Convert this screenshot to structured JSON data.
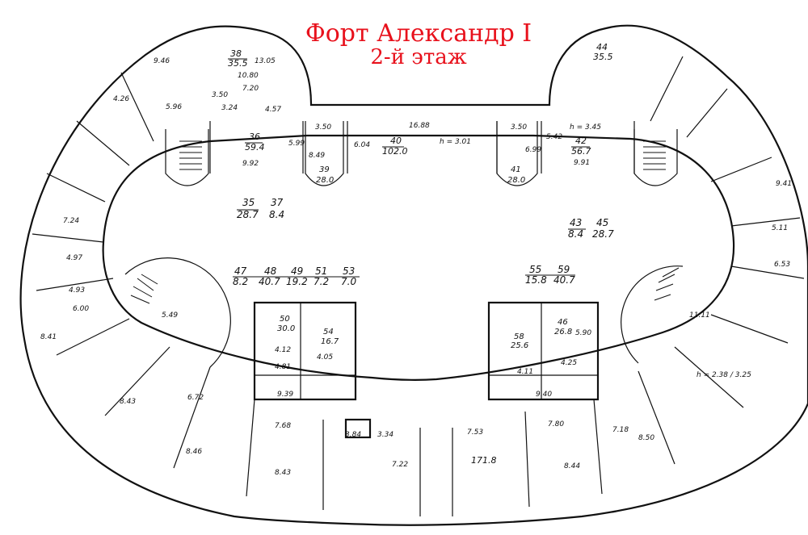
{
  "title": {
    "line1": "Форт Александр I",
    "line2": "2-й этаж",
    "color": "#e8111c"
  },
  "plan": {
    "line_color": "#111111",
    "room_numbers": [
      "38",
      "36",
      "39",
      "40",
      "42",
      "41",
      "44",
      "35",
      "37",
      "43",
      "45",
      "47",
      "48",
      "49",
      "51",
      "53",
      "55",
      "59",
      "50",
      "54",
      "58",
      "46"
    ],
    "areas": [
      "35.5",
      "59.4",
      "28.0",
      "102.0",
      "56.7",
      "28.0",
      "35.5",
      "28.7",
      "8.4",
      "8.4",
      "28.7",
      "8.2",
      "40.7",
      "19.2",
      "7.2",
      "7.0",
      "15.8",
      "40.7",
      "30.0",
      "16.7",
      "25.6",
      "26.8",
      "171.8"
    ],
    "dimensions": [
      "9.46",
      "4.26",
      "5.96",
      "13.05",
      "10.80",
      "7.20",
      "4.57",
      "3.50",
      "3.24",
      "9.92",
      "5.99",
      "3.50",
      "8.49",
      "6.04",
      "16.88",
      "3.50",
      "5.42",
      "6.99",
      "9.91",
      "9.41",
      "7.24",
      "5.11",
      "4.97",
      "6.53",
      "4.93",
      "6.00",
      "8.41",
      "8.43",
      "6.72",
      "7.68",
      "8.43",
      "7.22",
      "7.53",
      "7.80",
      "8.44",
      "8.50",
      "7.18",
      "4.12",
      "4.81",
      "4.05",
      "4.25",
      "4.11",
      "3.84",
      "3.34",
      "9.39",
      "9.40",
      "5.90",
      "8.46",
      "5.49",
      "11.11"
    ],
    "markers": [
      "h = 3.01",
      "h = 3.45",
      "h = 2.38 / 3.25"
    ]
  }
}
